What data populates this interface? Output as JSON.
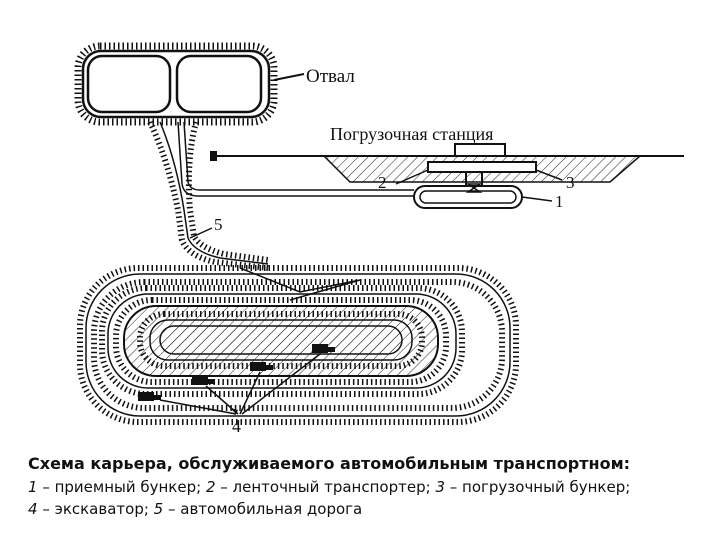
{
  "labels": {
    "dump": "Отвал",
    "loading_station": "Погрузочная станция",
    "n1": "1",
    "n2": "2",
    "n3": "3",
    "n4": "4",
    "n5": "5"
  },
  "caption": {
    "title": "Схема карьера, обслуживаемого автомобильным транспортном:",
    "line1_parts": [
      {
        "num": "1",
        "text": " – приемный бункер; "
      },
      {
        "num": "2",
        "text": " – ленточный транспортер; "
      },
      {
        "num": "3",
        "text": " – погрузочный бункер;"
      }
    ],
    "line2_parts": [
      {
        "num": "4",
        "text": " – экскаватор; "
      },
      {
        "num": "5",
        "text": " – автомобильная дорога"
      }
    ]
  }
}
